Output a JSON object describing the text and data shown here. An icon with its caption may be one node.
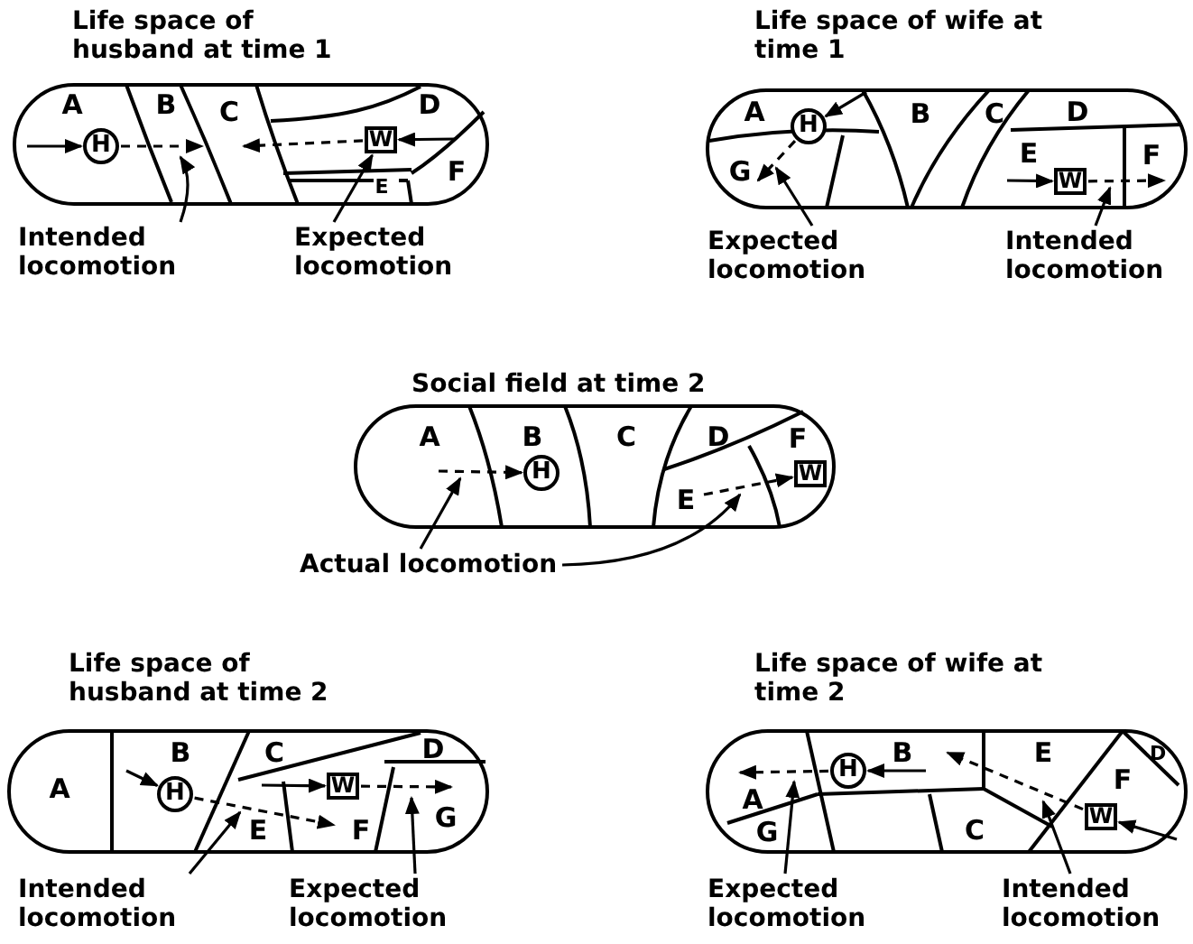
{
  "diagram": {
    "nodes": [
      {
        "text": [
          "Life space of husband at time 1"
        ]
      },
      {
        "text": [
          "A"
        ],
        "in": 0
      },
      {
        "text": [
          "B"
        ],
        "in": 0
      },
      {
        "text": [
          "C"
        ],
        "in": 0
      },
      {
        "text": [
          "D"
        ],
        "in": 0
      },
      {
        "text": [
          "E"
        ],
        "in": 0
      },
      {
        "text": [
          "F"
        ],
        "in": 0
      },
      {
        "text": [
          "H"
        ],
        "in": 0
      },
      {
        "text": [
          "W"
        ],
        "in": 0
      },
      {
        "text": [
          "Intended locomotion"
        ]
      },
      {
        "text": [
          "Expected locomotion"
        ]
      },
      {
        "text": [
          "Life space of wife at time 1"
        ]
      },
      {
        "text": [
          "A"
        ],
        "in": 11
      },
      {
        "text": [
          "G"
        ],
        "in": 11
      },
      {
        "text": [
          "B"
        ],
        "in": 11
      },
      {
        "text": [
          "C"
        ],
        "in": 11
      },
      {
        "text": [
          "D"
        ],
        "in": 11
      },
      {
        "text": [
          "E"
        ],
        "in": 11
      },
      {
        "text": [
          "F"
        ],
        "in": 11
      },
      {
        "text": [
          "H"
        ],
        "in": 11
      },
      {
        "text": [
          "W"
        ],
        "in": 11
      },
      {
        "text": [
          "Expected locomotion"
        ]
      },
      {
        "text": [
          "Intended locomotion"
        ]
      },
      {
        "text": [
          "Social field at time 2"
        ]
      },
      {
        "text": [
          "A"
        ],
        "in": 23
      },
      {
        "text": [
          "B"
        ],
        "in": 23
      },
      {
        "text": [
          "C"
        ],
        "in": 23
      },
      {
        "text": [
          "D"
        ],
        "in": 23
      },
      {
        "text": [
          "F"
        ],
        "in": 23
      },
      {
        "text": [
          "E"
        ],
        "in": 23
      },
      {
        "text": [
          "H"
        ],
        "in": 23
      },
      {
        "text": [
          "W"
        ],
        "in": 23
      },
      {
        "text": [
          "Actual locomotion"
        ]
      },
      {
        "text": [
          "Life space of husband at time 2"
        ]
      },
      {
        "text": [
          "A"
        ],
        "in": 33
      },
      {
        "text": [
          "B"
        ],
        "in": 33
      },
      {
        "text": [
          "C"
        ],
        "in": 33
      },
      {
        "text": [
          "D"
        ],
        "in": 33
      },
      {
        "text": [
          "E"
        ],
        "in": 33
      },
      {
        "text": [
          "F"
        ],
        "in": 33
      },
      {
        "text": [
          "G"
        ],
        "in": 33
      },
      {
        "text": [
          "H"
        ],
        "in": 33
      },
      {
        "text": [
          "W"
        ],
        "in": 33
      },
      {
        "text": [
          "Intended locomotion"
        ]
      },
      {
        "text": [
          "Expected locomotion"
        ]
      },
      {
        "text": [
          "Life space of wife at time 2"
        ]
      },
      {
        "text": [
          "B"
        ],
        "in": 45
      },
      {
        "text": [
          "E"
        ],
        "in": 45
      },
      {
        "text": [
          "D"
        ],
        "in": 45
      },
      {
        "text": [
          "F"
        ],
        "in": 45
      },
      {
        "text": [
          "A"
        ],
        "in": 45
      },
      {
        "text": [
          "G"
        ],
        "in": 45
      },
      {
        "text": [
          "C"
        ],
        "in": 45
      },
      {
        "text": [
          "H"
        ],
        "in": 45
      },
      {
        "text": [
          "W"
        ],
        "in": 45
      },
      {
        "text": [
          "Expected locomotion"
        ]
      },
      {
        "text": [
          "Intended locomotion"
        ]
      }
    ],
    "edges": [
      {
        "from": null,
        "to": 7,
        "arrow": "to"
      },
      {
        "from": 7,
        "to": 2,
        "arrow": "to",
        "style": "dashed"
      },
      {
        "from": 6,
        "to": 8,
        "arrow": "to"
      },
      {
        "from": 8,
        "to": 3,
        "arrow": "to",
        "style": "dashed"
      },
      {
        "from": 9,
        "to": 2,
        "arrow": "to"
      },
      {
        "from": 10,
        "to": 8,
        "arrow": "to"
      },
      {
        "from": 14,
        "to": 19,
        "arrow": "to"
      },
      {
        "from": 19,
        "to": 13,
        "arrow": "to",
        "style": "dashed"
      },
      {
        "from": 17,
        "to": 20,
        "arrow": "to"
      },
      {
        "from": 20,
        "to": 18,
        "arrow": "to",
        "style": "dashed"
      },
      {
        "from": 21,
        "to": 13,
        "arrow": "to"
      },
      {
        "from": 22,
        "to": 18,
        "arrow": "to"
      },
      {
        "from": 24,
        "to": 30,
        "arrow": "to",
        "style": "dashed"
      },
      {
        "from": 29,
        "to": 31,
        "arrow": "to",
        "style": "dashed"
      },
      {
        "from": 32,
        "to": 24,
        "arrow": "to"
      },
      {
        "from": 32,
        "to": 29,
        "arrow": "to"
      },
      {
        "from": null,
        "to": 41,
        "arrow": "to"
      },
      {
        "from": 41,
        "to": 39,
        "arrow": "to",
        "style": "dashed"
      },
      {
        "from": 38,
        "to": 42,
        "arrow": "to"
      },
      {
        "from": 42,
        "to": 40,
        "arrow": "to",
        "style": "dashed"
      },
      {
        "from": 43,
        "to": 38,
        "arrow": "to"
      },
      {
        "from": 44,
        "to": 40,
        "arrow": "to"
      },
      {
        "from": 46,
        "to": 53,
        "arrow": "to"
      },
      {
        "from": 53,
        "to": 50,
        "arrow": "to",
        "style": "dashed"
      },
      {
        "from": null,
        "to": 54,
        "arrow": "to"
      },
      {
        "from": 54,
        "to": 46,
        "arrow": "to",
        "style": "dashed"
      },
      {
        "from": 55,
        "to": 50,
        "arrow": "to"
      },
      {
        "from": 56,
        "to": 47,
        "arrow": "to"
      }
    ]
  }
}
